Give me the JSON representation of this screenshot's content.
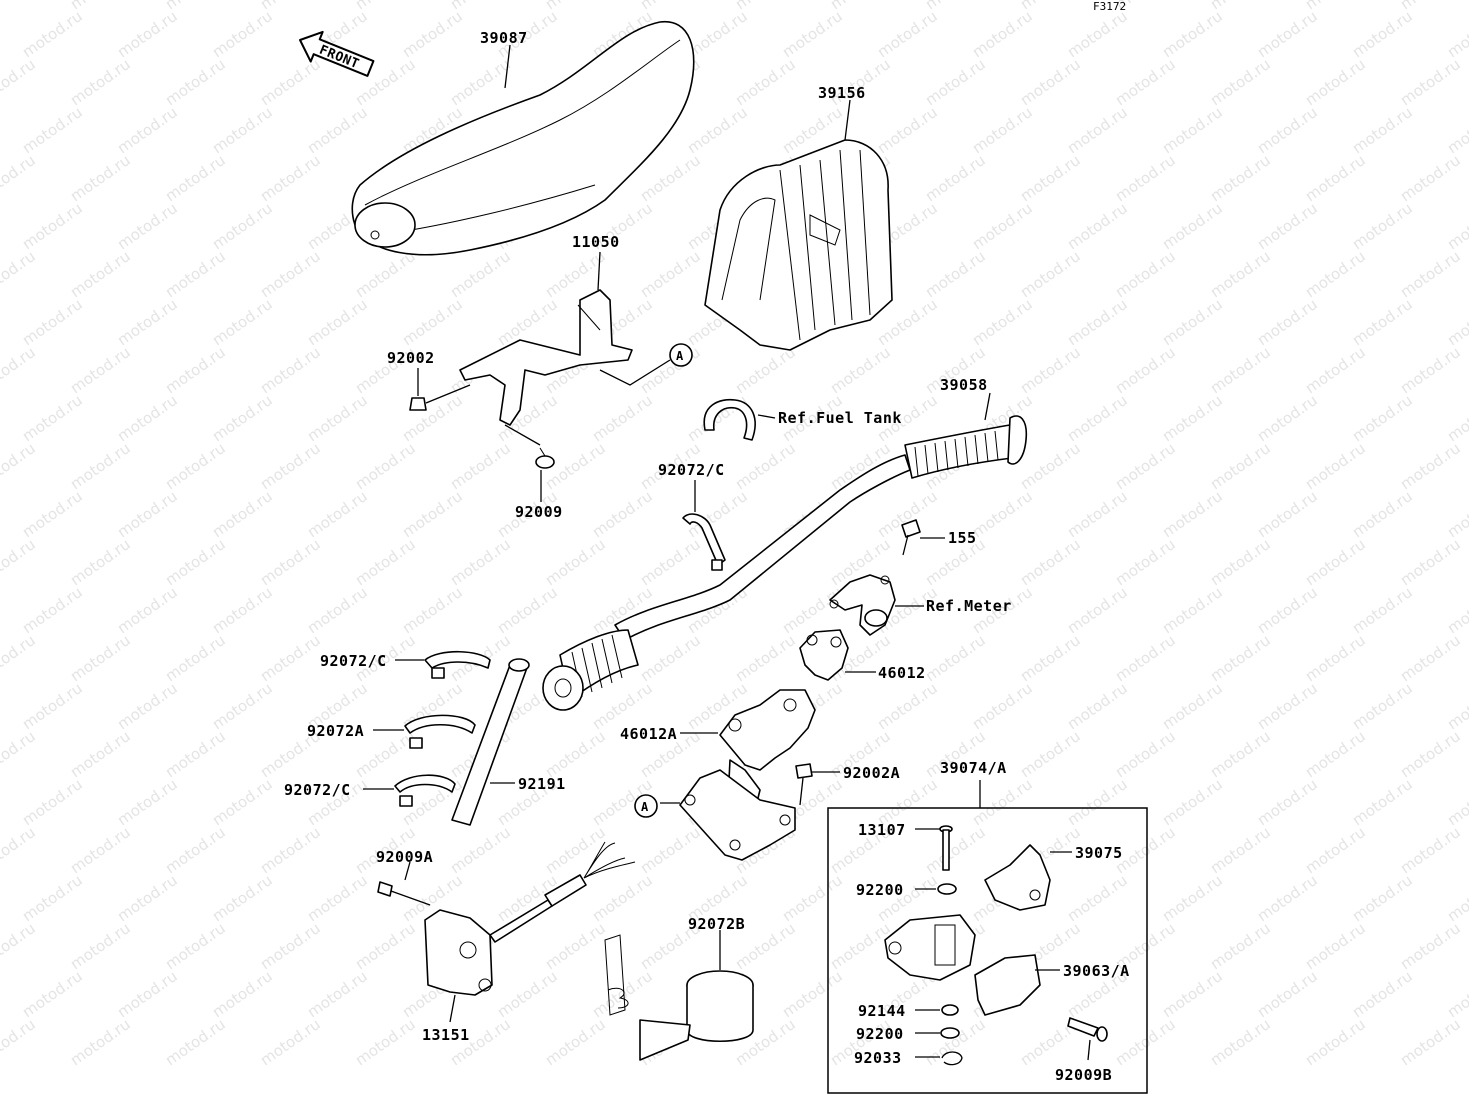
{
  "figure_id": "F3172",
  "watermark": "motod.ru",
  "front_arrow_label": "FRONT",
  "ref_marker": "A",
  "parts": {
    "p39087": "39087",
    "p39156": "39156",
    "p11050": "11050",
    "p92002": "92002",
    "p92009": "92009",
    "p39058": "39058",
    "ref_fuel_tank": "Ref.Fuel Tank",
    "p92072c_top": "92072/C",
    "p155": "155",
    "ref_meter": "Ref.Meter",
    "p46012": "46012",
    "p92072c_mid": "92072/C",
    "p92072a": "92072A",
    "p92072c_low": "92072/C",
    "p92191": "92191",
    "p46012a": "46012A",
    "p92002a": "92002A",
    "p39074a": "39074/A",
    "p13107": "13107",
    "p39075": "39075",
    "p92200_a": "92200",
    "p92009a": "92009A",
    "p92072b": "92072B",
    "p39063a": "39063/A",
    "p92144": "92144",
    "p92200_b": "92200",
    "p92033": "92033",
    "p13151": "13151",
    "p92009b": "92009B"
  }
}
